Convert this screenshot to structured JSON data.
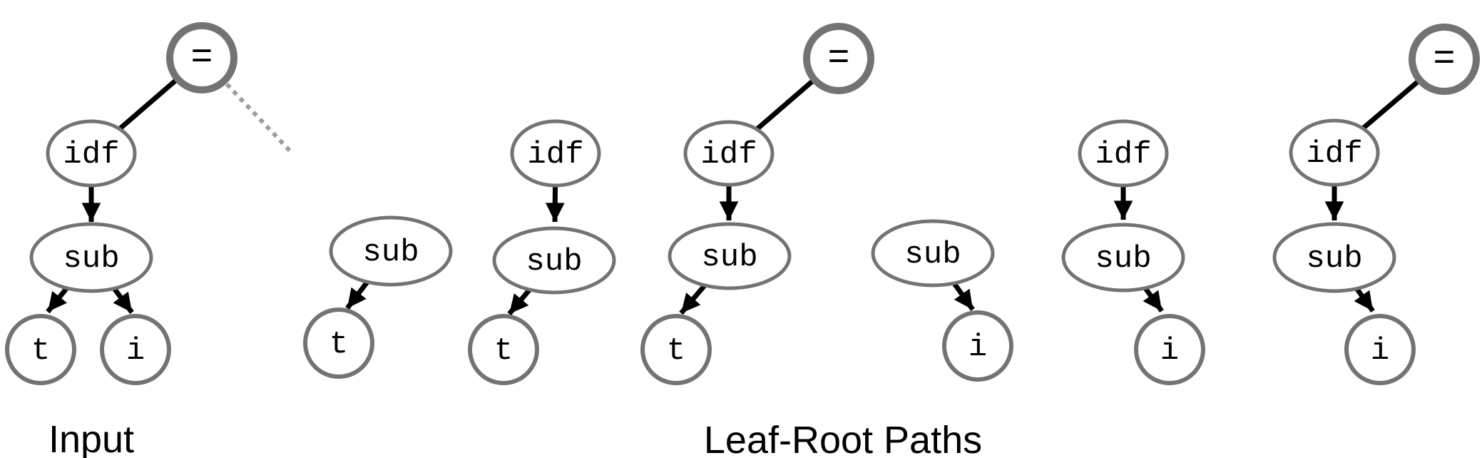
{
  "figure": {
    "caption_input": "Input",
    "caption_paths": "Leaf-Root Paths",
    "colors": {
      "node_stroke": "#737373",
      "edge": "#000000",
      "dotted_edge": "#9e9e9e",
      "text": "#000000",
      "background": "#ffffff"
    },
    "input_tree": {
      "eq": "=",
      "idf": "idf",
      "sub": "sub",
      "t": "t",
      "i": "i"
    },
    "paths": [
      {
        "nodes": [
          "sub",
          "t"
        ]
      },
      {
        "nodes": [
          "idf",
          "sub",
          "t"
        ]
      },
      {
        "nodes": [
          "=",
          "idf",
          "sub",
          "t"
        ]
      },
      {
        "nodes": [
          "sub",
          "i"
        ]
      },
      {
        "nodes": [
          "idf",
          "sub",
          "i"
        ]
      },
      {
        "nodes": [
          "=",
          "idf",
          "sub",
          "i"
        ]
      }
    ]
  }
}
